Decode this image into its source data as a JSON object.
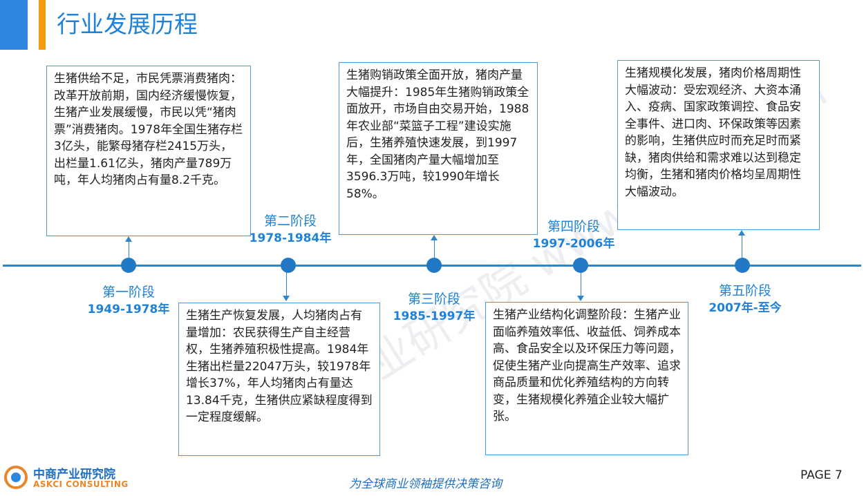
{
  "header": {
    "title": "行业发展历程"
  },
  "watermark": "中商产业研究院 www.askci.com",
  "stages": [
    {
      "name": "第一阶段",
      "years": "1949-1978年"
    },
    {
      "name": "第二阶段",
      "years": "1978-1984年"
    },
    {
      "name": "第三阶段",
      "years": "1985-1997年"
    },
    {
      "name": "第四阶段",
      "years": "1997-2006年"
    },
    {
      "name": "第五阶段",
      "years": "2007年-至今"
    }
  ],
  "boxes": [
    {
      "text": "生猪供给不足，市民凭票消费猪肉：改革开放前期，国内经济缓慢恢复，生猪产业发展缓慢，市民以凭“猪肉票”消费猪肉。1978年全国生猪存栏3亿头，能繁母猪存栏2415万头，出栏量1.61亿头，猪肉产量789万吨，年人均猪肉占有量8.2千克。"
    },
    {
      "text": "生猪生产恢复发展，人均猪肉占有量增加：农民获得生产自主经营权，生猪养殖积极性提高。1984年生猪出栏量22047万头，较1978年增长37%，年人均猪肉占有量达13.84千克，生猪供应紧缺程度得到一定程度缓解。"
    },
    {
      "text": "生猪购销政策全面开放，猪肉产量大幅提升：1985年生猪购销政策全面放开，市场自由交易开始，1988年农业部“菜篮子工程”建设实施后，生猪养殖快速发展，到1997年，全国猪肉产量大幅增加至3596.3万吨，较1990年增长58%。"
    },
    {
      "text": "生猪产业结构化调整阶段：生猪产业面临养殖效率低、收益低、饲养成本高、食品安全以及环保压力等问题，促使生猪产业向提高生产效率、追求商品质量和优化养殖结构的方向转变，生猪规模化养殖企业较大幅扩张。"
    },
    {
      "text": "生猪规模化发展，猪肉价格周期性大幅波动：受宏观经济、大资本涌入、疫病、国家政策调控、食品安全事件、进口肉、环保政策等因素的影响，生猪供应时而充足时而紧缺，猪肉供给和需求难以达到稳定均衡，生猪和猪肉价格均呈周期性大幅波动。"
    }
  ],
  "footer": {
    "logo_cn": "中商产业研究院",
    "logo_en": "ASKCI CONSULTING",
    "slogan": "为全球商业领袖提供决策咨询",
    "page": "PAGE  7"
  },
  "colors": {
    "accent_blue": "#1e82d8",
    "accent_orange": "#f39c12",
    "timeline": "#2e86c8"
  }
}
